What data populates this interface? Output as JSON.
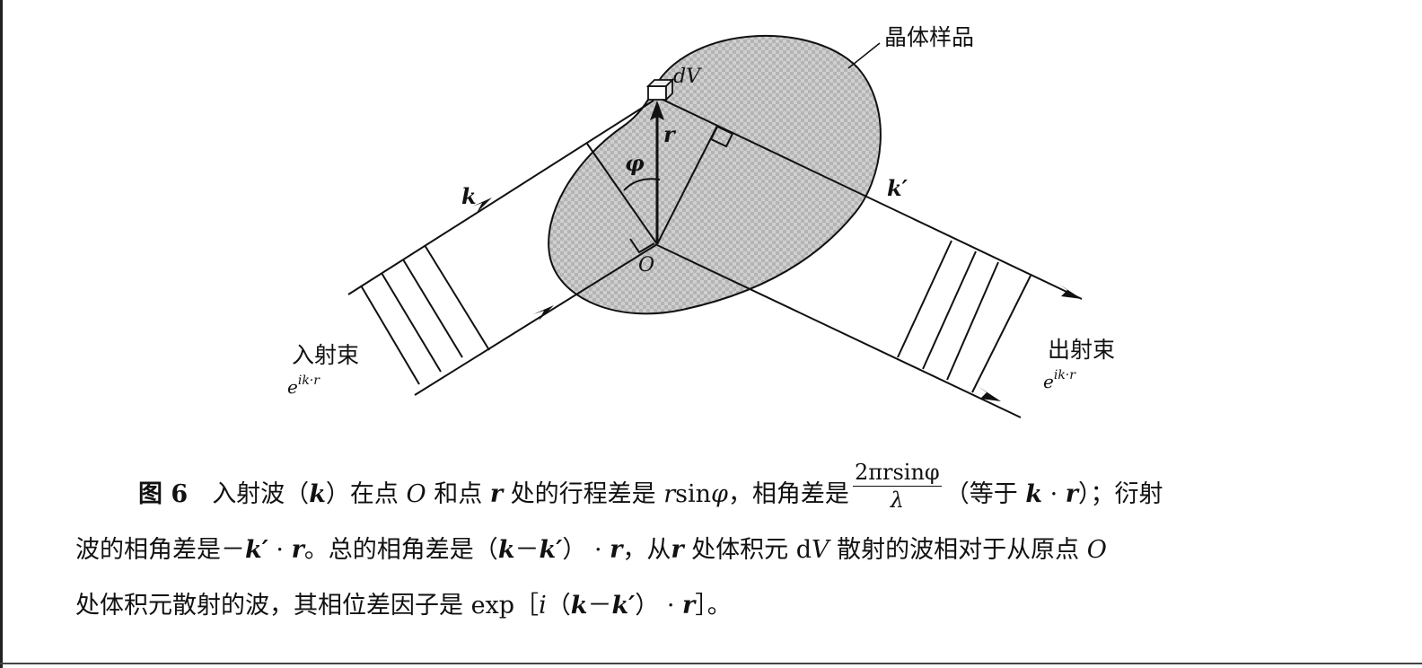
{
  "figure": {
    "labels": {
      "sample": "晶体样品",
      "dV": "dV",
      "r": "r",
      "phi": "φ",
      "k": "k",
      "k_prime": "k′",
      "origin": "O",
      "incident_beam": "入射束",
      "outgoing_beam": "出射束",
      "wave_base": "e",
      "wave_exponent": "ik·r"
    },
    "colors": {
      "ink": "#111111",
      "sample_fill": "#c9c9c9"
    }
  },
  "caption": {
    "fig_label": "图 6",
    "line1": {
      "t1": "入射波（",
      "k1": "k",
      "t2": "）在点 ",
      "o1": "O",
      "t3": " 和点 ",
      "r1": "r",
      "t4": " 处的行程差是 ",
      "r2": "r",
      "t5": "sin",
      "phi1": "φ",
      "t6": "，相角差是",
      "frac_num": "2πrsinφ",
      "frac_den": "λ",
      "t7": "（等于 ",
      "k2": "k",
      "t8": " · ",
      "r3": "r",
      "t9": "）；衍射"
    },
    "line2": {
      "t1": "波的相角差是－",
      "k1": "k′",
      "t2": " · ",
      "r1": "r",
      "t3": "。总的相角差是（",
      "k2": "k",
      "t4": "－",
      "k3": "k′",
      "t5": "） · ",
      "r2": "r",
      "t6": "，从",
      "r3": "r",
      "t7": " 处体积元 d",
      "v1": "V",
      "t8": " 散射的波相对于从原点 ",
      "o1": "O"
    },
    "line3": {
      "t1": "处体积元散射的波，其相位差因子是 exp［",
      "i1": "i",
      "t2": "（",
      "k1": "k",
      "t3": "－",
      "k2": "k′",
      "t4": "） · ",
      "r1": "r",
      "t5": "］。"
    }
  }
}
